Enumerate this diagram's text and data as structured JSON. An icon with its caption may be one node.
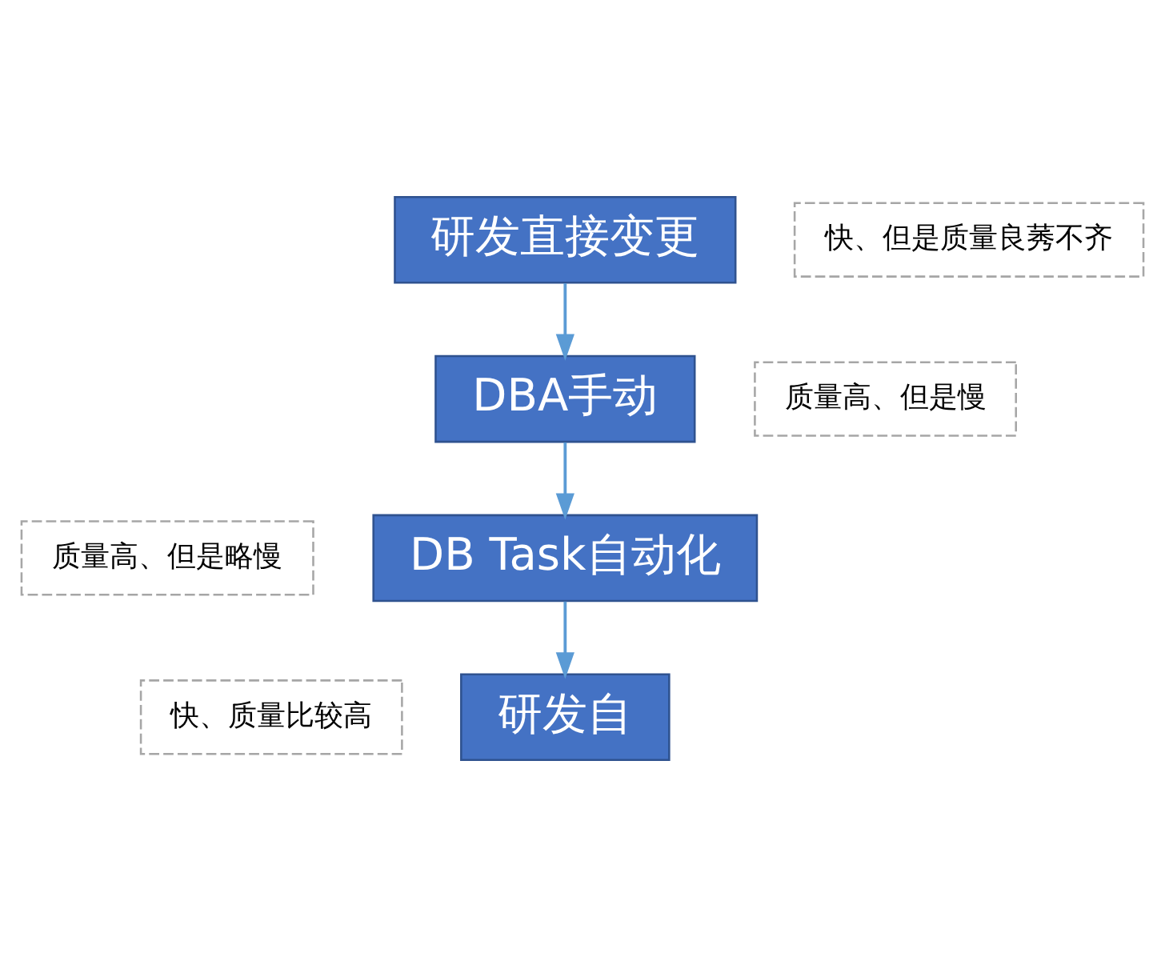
{
  "diagram": {
    "nodes": [
      {
        "text": [
          "研发直接变更"
        ]
      },
      {
        "text": [
          "快、但是质量良莠不齐"
        ]
      },
      {
        "text": [
          "DBA手动"
        ]
      },
      {
        "text": [
          "质量高、但是慢"
        ]
      },
      {
        "text": [
          "质量高、但是略慢"
        ]
      },
      {
        "text": [
          "DB Task自动化"
        ]
      },
      {
        "text": [
          "快、质量比较高"
        ]
      },
      {
        "text": [
          "研发自"
        ]
      }
    ],
    "edges": [
      {
        "from": 0,
        "to": 2,
        "arrow": "to"
      },
      {
        "from": 2,
        "to": 5,
        "arrow": "to"
      },
      {
        "from": 5,
        "to": 7,
        "arrow": "to"
      }
    ]
  }
}
